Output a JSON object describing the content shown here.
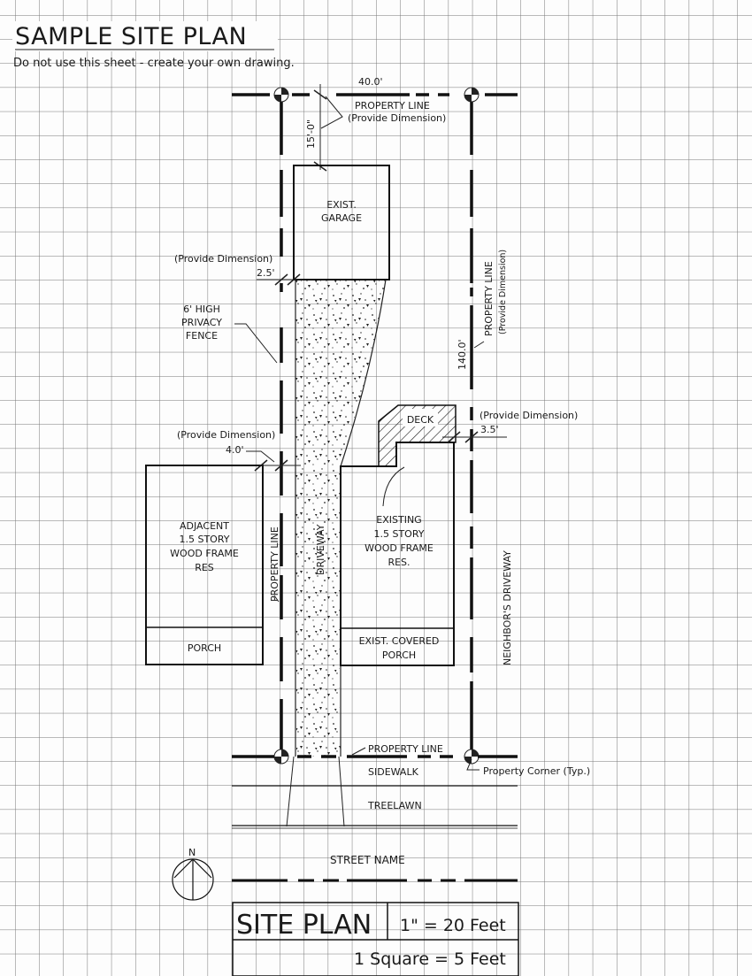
{
  "header": {
    "title": "SAMPLE SITE PLAN",
    "subtitle": "Do not use this sheet - create your own drawing."
  },
  "dimensions": {
    "lot_width": "40.0'",
    "lot_depth": "140.0'",
    "garage_setback": "15'-0\"",
    "garage_side_setback": "2.5'",
    "house_side_setback_left": "4.0'",
    "house_side_setback_right": "3.5'"
  },
  "annotations": {
    "property_line_top": "PROPERTY LINE",
    "provide_dimension_top": "(Provide Dimension)",
    "provide_dimension_garage": "(Provide Dimension)",
    "provide_dimension_left": "(Provide Dimension)",
    "provide_dimension_right": "(Provide Dimension)",
    "property_line_right": "PROPERTY LINE",
    "provide_dimension_right_vertical": "(Provide Dimension)",
    "fence_line1": "6' HIGH",
    "fence_line2": "PRIVACY",
    "fence_line3": "FENCE",
    "property_line_left": "PROPERTY LINE",
    "property_line_bottom": "PROPERTY LINE",
    "property_corner": "Property Corner (Typ.)",
    "driveway": "DRIVEWAY",
    "neighbors_driveway": "NEIGHBOR'S DRIVEWAY"
  },
  "structures": {
    "garage": [
      "EXIST.",
      "GARAGE"
    ],
    "deck": "DECK",
    "existing_house": [
      "EXISTING",
      "1.5 STORY",
      "WOOD FRAME",
      "RES."
    ],
    "existing_porch": [
      "EXIST. COVERED",
      "PORCH"
    ],
    "adjacent_house": [
      "ADJACENT",
      "1.5 STORY",
      "WOOD FRAME",
      "RES"
    ],
    "adjacent_porch": "PORCH"
  },
  "street": {
    "sidewalk": "SIDEWALK",
    "treelawn": "TREELAWN",
    "street_name": "STREET NAME"
  },
  "north_arrow": {
    "label": "N"
  },
  "title_block": {
    "title": "SITE PLAN",
    "scale": "1\" = 20 Feet",
    "grid_scale": "1 Square = 5 Feet"
  },
  "colors": {
    "ink": "#1a1a1a",
    "grid": "#6e6e6e",
    "paper": "#fdfdfd"
  }
}
